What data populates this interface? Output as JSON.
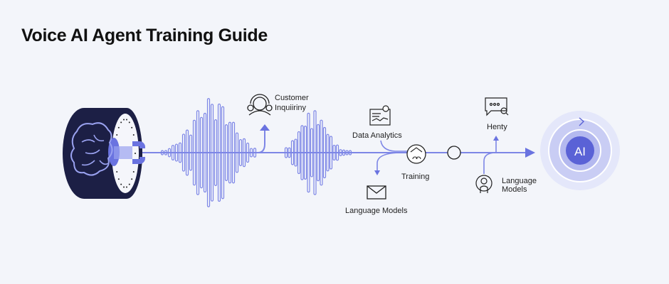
{
  "title": "Voice AI Agent Training Guide",
  "nodes": {
    "customer": {
      "label_line1": "Customer",
      "label_line2": "Inquiiriny",
      "icon": "customer-support-icon"
    },
    "data_analytics": {
      "label": "Data Analytics",
      "icon": "analytics-chart-icon"
    },
    "language_models_mail": {
      "label": "Language Models",
      "icon": "envelope-icon"
    },
    "training": {
      "label": "Training",
      "icon": "training-group-icon"
    },
    "henty": {
      "label": "Henty",
      "icon": "chat-search-icon"
    },
    "language_models_right": {
      "label_line1": "Language",
      "label_line2": "Models",
      "icon": "person-signal-icon"
    },
    "ai": {
      "label": "AI",
      "icon": "ai-core-icon"
    }
  },
  "colors": {
    "accent": "#6a73e0",
    "dark": "#1c1f45",
    "line": "#7d86e6",
    "bg": "#f3f5fa"
  }
}
